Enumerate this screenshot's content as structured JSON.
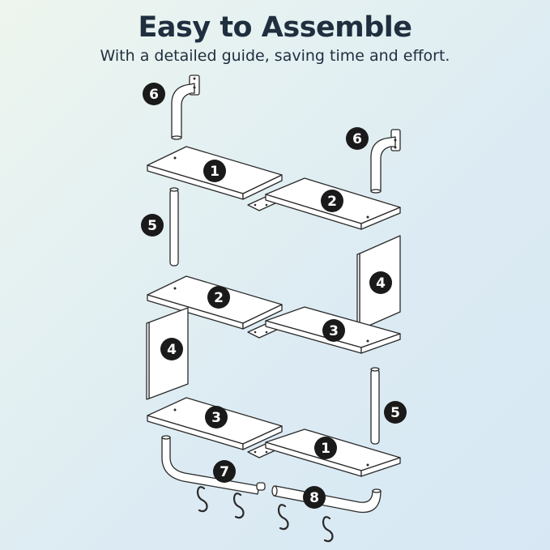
{
  "header": {
    "title": "Easy to Assemble",
    "subtitle": "With a detailed guide, saving time and effort."
  },
  "part_numbers": {
    "top_bracket_left": "6",
    "top_bracket_right": "6",
    "shelf_left_top": "1",
    "shelf_right_top": "2",
    "rod_left": "5",
    "board_right": "4",
    "shelf_left_mid": "2",
    "shelf_right_mid": "3",
    "board_left": "4",
    "rod_right": "5",
    "shelf_left_bottom": "3",
    "shelf_right_bottom": "1",
    "hanging_rod_left": "7",
    "hanging_rod_right": "8"
  },
  "colors": {
    "title": "#1f2f3f",
    "badge": "#1a1a1a",
    "outline": "#2a2a2a",
    "part_fill": "#ffffff"
  }
}
